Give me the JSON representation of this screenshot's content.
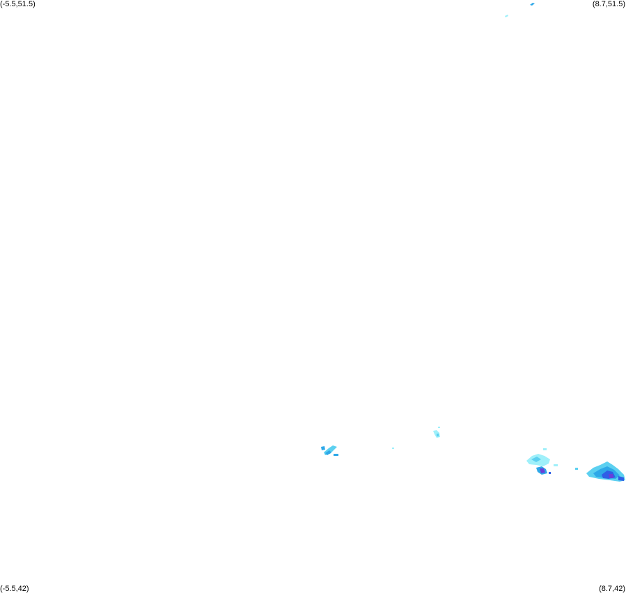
{
  "map": {
    "corners": {
      "top_left": "(-5.5,51.5)",
      "top_right": "(8.7,51.5)",
      "bottom_left": "(-5.5,42)",
      "bottom_right": "(8.7,42)"
    },
    "bounds": {
      "lon_min": -5.5,
      "lon_max": 8.7,
      "lat_min": 42,
      "lat_max": 51.5
    },
    "colors": {
      "very_light": "#9ff0fa",
      "light": "#5cd0f0",
      "medium": "#2ea8e8",
      "strong": "#2f5fe6",
      "intense": "#6a3fd8"
    }
  }
}
